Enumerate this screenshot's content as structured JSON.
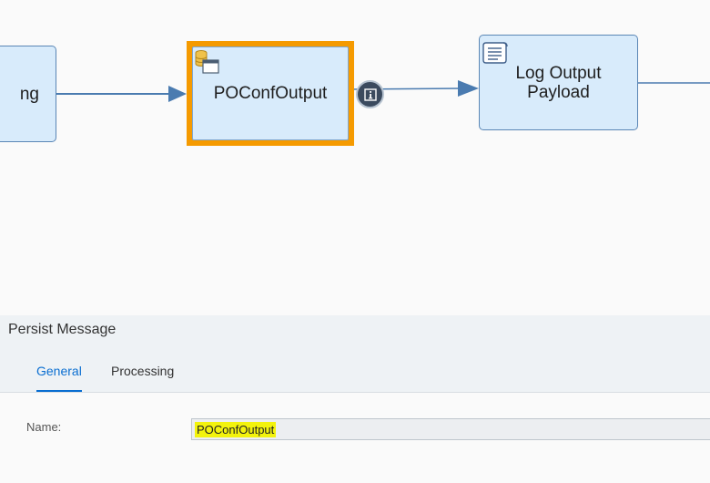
{
  "canvas": {
    "steps": {
      "previous": {
        "label": "ng"
      },
      "selected": {
        "label": "POConfOutput",
        "icon": "persist-message-icon"
      },
      "log": {
        "label": "Log Output\nPayload",
        "icon": "script-icon"
      }
    },
    "info_badge_icon": "info-icon",
    "colors": {
      "step_fill": "#d8ebfb",
      "step_border": "#5a86b5",
      "selection": "#f59a00",
      "connector": "#4a7bb0"
    }
  },
  "panel": {
    "title": "Persist Message",
    "tabs": [
      {
        "label": "General",
        "active": true
      },
      {
        "label": "Processing",
        "active": false
      }
    ],
    "fields": {
      "name": {
        "label": "Name:",
        "value": "POConfOutput"
      }
    },
    "colors": {
      "active_tab": "#0a6ed1",
      "highlight": "#f3f30d"
    }
  }
}
